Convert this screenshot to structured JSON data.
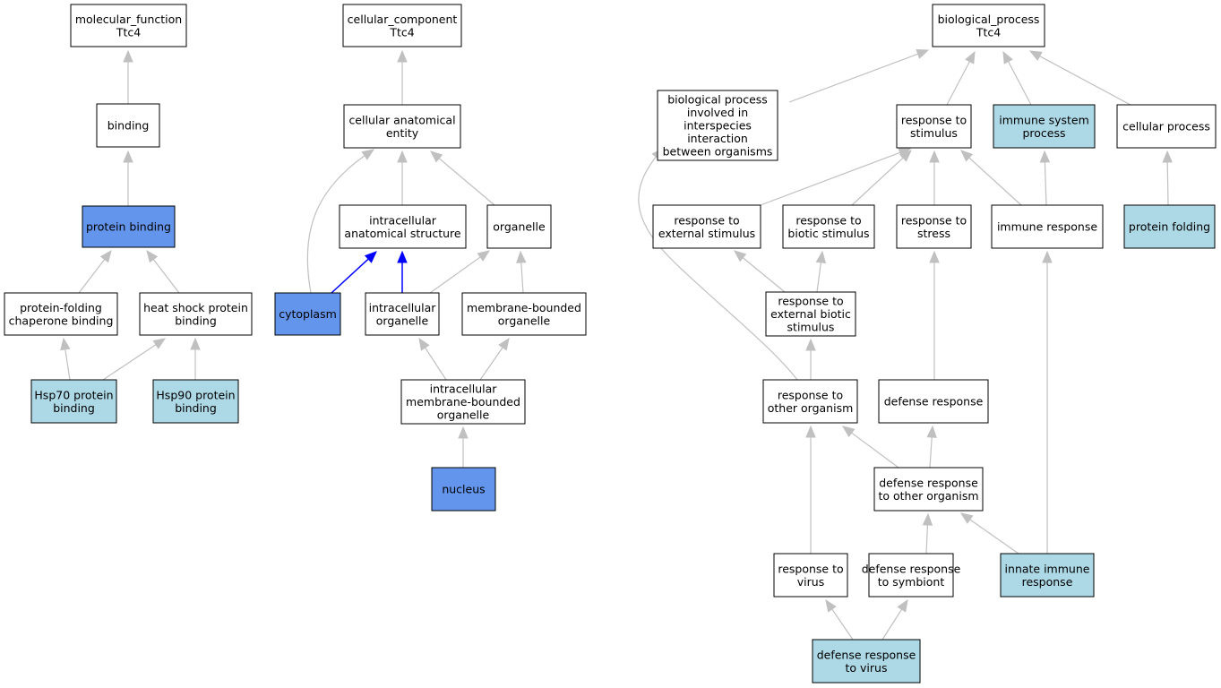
{
  "colors": {
    "plain": "#ffffff",
    "light": "#add8e6",
    "dark": "#6495ed",
    "edge": "#c0c0c0",
    "edge_highlight": "#0000ff"
  },
  "nodes": [
    {
      "id": "mf",
      "lines": [
        "molecular_function",
        "Ttc4"
      ],
      "style": "plain"
    },
    {
      "id": "binding",
      "lines": [
        "binding"
      ],
      "style": "plain"
    },
    {
      "id": "protein_binding",
      "lines": [
        "protein binding"
      ],
      "style": "dark"
    },
    {
      "id": "pf_chaperone",
      "lines": [
        "protein-folding",
        "chaperone binding"
      ],
      "style": "plain"
    },
    {
      "id": "hsp_binding",
      "lines": [
        "heat shock protein",
        "binding"
      ],
      "style": "plain"
    },
    {
      "id": "hsp70",
      "lines": [
        "Hsp70 protein",
        "binding"
      ],
      "style": "light"
    },
    {
      "id": "hsp90",
      "lines": [
        "Hsp90 protein",
        "binding"
      ],
      "style": "light"
    },
    {
      "id": "cc",
      "lines": [
        "cellular_component",
        "Ttc4"
      ],
      "style": "plain"
    },
    {
      "id": "cae",
      "lines": [
        "cellular anatomical",
        "entity"
      ],
      "style": "plain"
    },
    {
      "id": "ias",
      "lines": [
        "intracellular",
        "anatomical structure"
      ],
      "style": "plain"
    },
    {
      "id": "organelle",
      "lines": [
        "organelle"
      ],
      "style": "plain"
    },
    {
      "id": "cytoplasm",
      "lines": [
        "cytoplasm"
      ],
      "style": "dark"
    },
    {
      "id": "intra_org",
      "lines": [
        "intracellular",
        "organelle"
      ],
      "style": "plain"
    },
    {
      "id": "mbo",
      "lines": [
        "membrane-bounded",
        "organelle"
      ],
      "style": "plain"
    },
    {
      "id": "imbo",
      "lines": [
        "intracellular",
        "membrane-bounded",
        "organelle"
      ],
      "style": "plain"
    },
    {
      "id": "nucleus",
      "lines": [
        "nucleus"
      ],
      "style": "dark"
    },
    {
      "id": "bp",
      "lines": [
        "biological_process",
        "Ttc4"
      ],
      "style": "plain"
    },
    {
      "id": "bp_interspecies",
      "lines": [
        "biological process",
        "involved in",
        "interspecies",
        "interaction",
        "between organisms"
      ],
      "style": "plain"
    },
    {
      "id": "resp_stim",
      "lines": [
        "response to",
        "stimulus"
      ],
      "style": "plain"
    },
    {
      "id": "immune_sys",
      "lines": [
        "immune system",
        "process"
      ],
      "style": "light"
    },
    {
      "id": "cell_proc",
      "lines": [
        "cellular process"
      ],
      "style": "plain"
    },
    {
      "id": "resp_ext",
      "lines": [
        "response to",
        "external stimulus"
      ],
      "style": "plain"
    },
    {
      "id": "resp_biotic",
      "lines": [
        "response to",
        "biotic stimulus"
      ],
      "style": "plain"
    },
    {
      "id": "resp_stress",
      "lines": [
        "response to",
        "stress"
      ],
      "style": "plain"
    },
    {
      "id": "immune_resp",
      "lines": [
        "immune response"
      ],
      "style": "plain"
    },
    {
      "id": "prot_fold",
      "lines": [
        "protein folding"
      ],
      "style": "light"
    },
    {
      "id": "resp_ext_biotic",
      "lines": [
        "response to",
        "external biotic",
        "stimulus"
      ],
      "style": "plain"
    },
    {
      "id": "resp_other",
      "lines": [
        "response to",
        "other organism"
      ],
      "style": "plain"
    },
    {
      "id": "defense",
      "lines": [
        "defense response"
      ],
      "style": "plain"
    },
    {
      "id": "def_other",
      "lines": [
        "defense response",
        "to other organism"
      ],
      "style": "plain"
    },
    {
      "id": "resp_virus",
      "lines": [
        "response to",
        "virus"
      ],
      "style": "plain"
    },
    {
      "id": "def_symb",
      "lines": [
        "defense response",
        "to symbiont"
      ],
      "style": "plain"
    },
    {
      "id": "innate",
      "lines": [
        "innate immune",
        "response"
      ],
      "style": "light"
    },
    {
      "id": "def_virus",
      "lines": [
        "defense response",
        "to virus"
      ],
      "style": "light"
    }
  ],
  "edges": [
    {
      "from": "binding",
      "to": "mf"
    },
    {
      "from": "protein_binding",
      "to": "binding"
    },
    {
      "from": "pf_chaperone",
      "to": "protein_binding"
    },
    {
      "from": "hsp_binding",
      "to": "protein_binding"
    },
    {
      "from": "hsp70",
      "to": "pf_chaperone"
    },
    {
      "from": "hsp70",
      "to": "hsp_binding"
    },
    {
      "from": "hsp90",
      "to": "hsp_binding"
    },
    {
      "from": "cae",
      "to": "cc"
    },
    {
      "from": "ias",
      "to": "cae"
    },
    {
      "from": "organelle",
      "to": "cae"
    },
    {
      "from": "cytoplasm",
      "to": "cae"
    },
    {
      "from": "cytoplasm",
      "to": "ias",
      "highlight": true
    },
    {
      "from": "intra_org",
      "to": "ias",
      "highlight": true
    },
    {
      "from": "intra_org",
      "to": "organelle"
    },
    {
      "from": "mbo",
      "to": "organelle"
    },
    {
      "from": "imbo",
      "to": "intra_org"
    },
    {
      "from": "imbo",
      "to": "mbo"
    },
    {
      "from": "nucleus",
      "to": "imbo"
    },
    {
      "from": "bp_interspecies",
      "to": "bp"
    },
    {
      "from": "resp_stim",
      "to": "bp"
    },
    {
      "from": "immune_sys",
      "to": "bp"
    },
    {
      "from": "cell_proc",
      "to": "bp"
    },
    {
      "from": "resp_ext",
      "to": "resp_stim"
    },
    {
      "from": "resp_biotic",
      "to": "resp_stim"
    },
    {
      "from": "resp_stress",
      "to": "resp_stim"
    },
    {
      "from": "immune_resp",
      "to": "resp_stim"
    },
    {
      "from": "immune_resp",
      "to": "immune_sys"
    },
    {
      "from": "prot_fold",
      "to": "cell_proc"
    },
    {
      "from": "resp_ext_biotic",
      "to": "resp_ext"
    },
    {
      "from": "resp_ext_biotic",
      "to": "resp_biotic"
    },
    {
      "from": "resp_other",
      "to": "resp_ext_biotic"
    },
    {
      "from": "resp_other",
      "to": "bp_interspecies"
    },
    {
      "from": "defense",
      "to": "resp_stress"
    },
    {
      "from": "def_other",
      "to": "resp_other"
    },
    {
      "from": "def_other",
      "to": "defense"
    },
    {
      "from": "resp_virus",
      "to": "resp_other"
    },
    {
      "from": "def_symb",
      "to": "def_other"
    },
    {
      "from": "innate",
      "to": "def_other"
    },
    {
      "from": "innate",
      "to": "immune_resp"
    },
    {
      "from": "def_virus",
      "to": "resp_virus"
    },
    {
      "from": "def_virus",
      "to": "def_symb"
    }
  ]
}
